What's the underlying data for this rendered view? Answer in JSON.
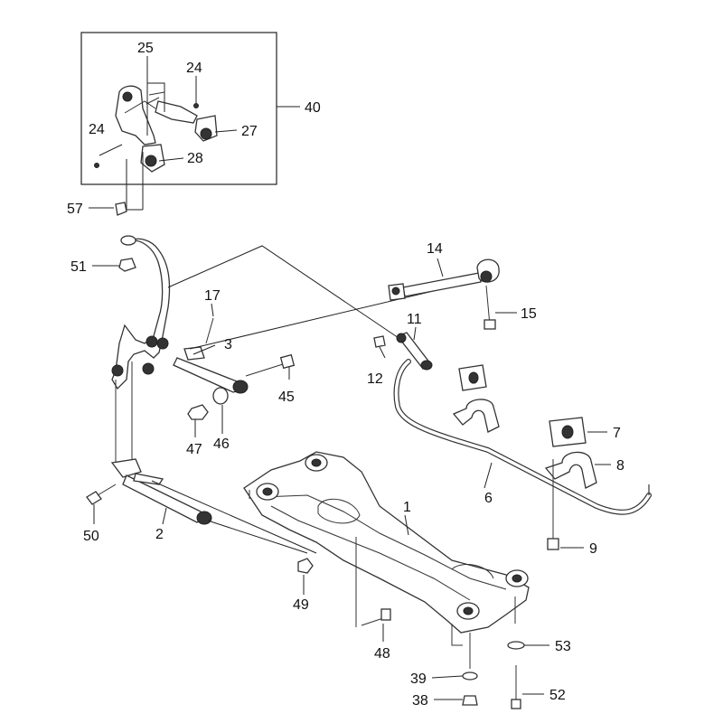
{
  "diagram": {
    "callouts": {
      "c1": "1",
      "c2": "2",
      "c3": "3",
      "c6": "6",
      "c7": "7",
      "c8": "8",
      "c9": "9",
      "c11": "11",
      "c12": "12",
      "c14": "14",
      "c15": "15",
      "c17": "17",
      "c24a": "24",
      "c24b": "24",
      "c25": "25",
      "c27": "27",
      "c28": "28",
      "c38": "38",
      "c39": "39",
      "c40": "40",
      "c45": "45",
      "c46": "46",
      "c47": "47",
      "c48": "48",
      "c49": "49",
      "c50": "50",
      "c51": "51",
      "c52": "52",
      "c53": "53",
      "c57": "57"
    },
    "colors": {
      "line": "#222222",
      "part_fill": "#ffffff",
      "bushing": "#333333",
      "text": "#111111"
    }
  }
}
